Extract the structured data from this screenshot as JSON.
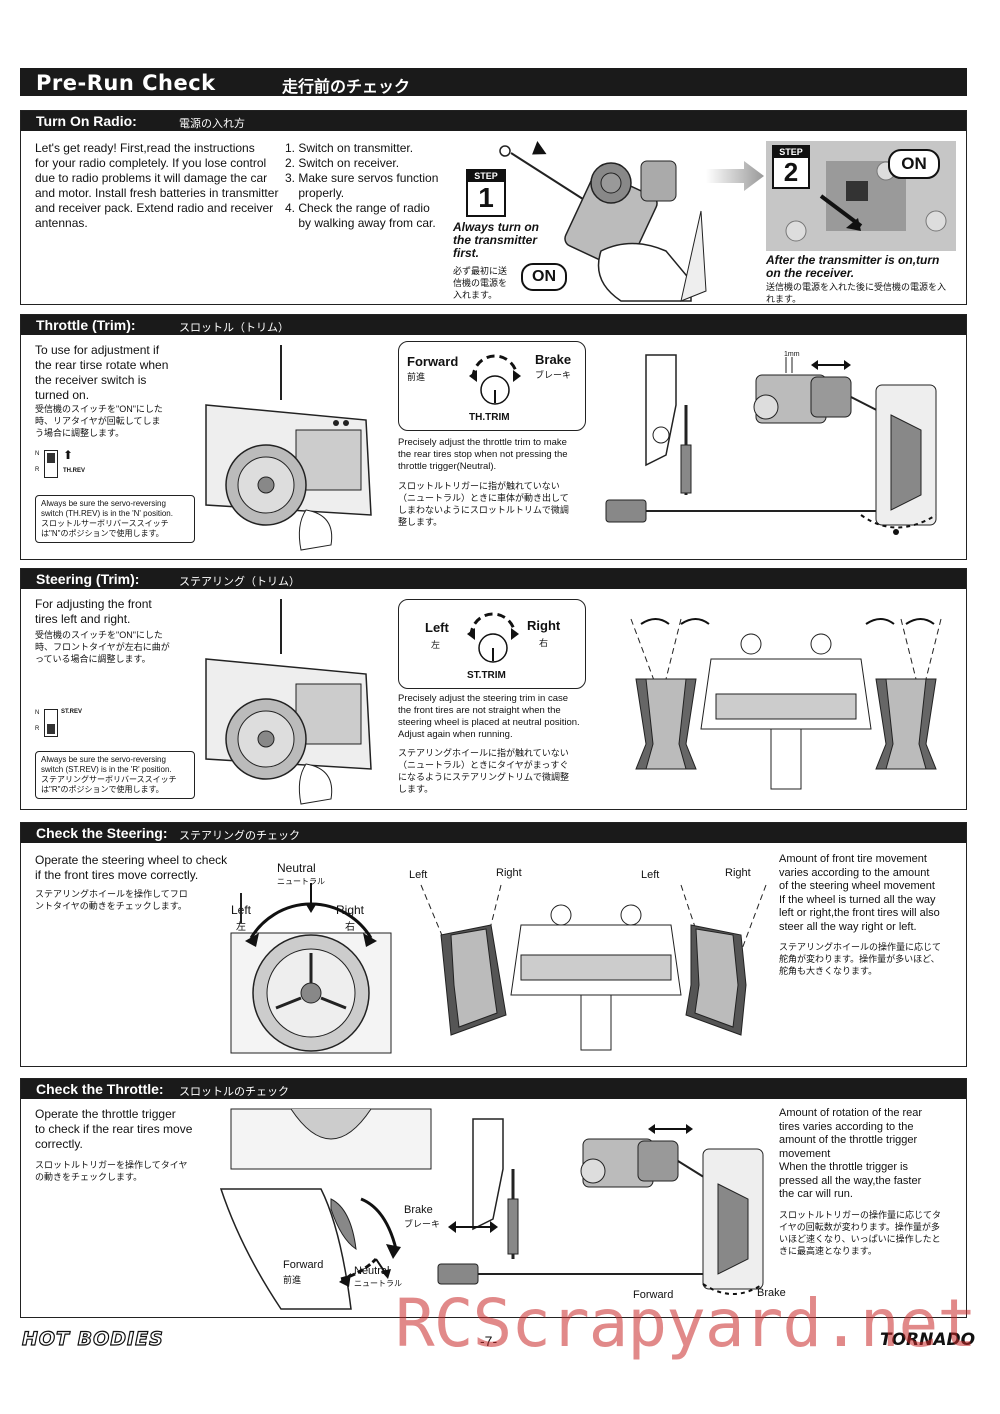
{
  "header": {
    "title_en": "Pre-Run Check",
    "title_jp": "走行前のチェック"
  },
  "radio": {
    "title_en": "Turn On Radio:",
    "title_jp": "電源の入れ方",
    "intro": [
      "Let's get ready! First,read the instructions",
      "for your radio completely. If you lose control",
      "due to radio problems it will damage the car",
      "and motor. Install fresh batteries in transmitter",
      "and receiver pack. Extend radio and receiver",
      "antennas."
    ],
    "steps": [
      "1. Switch on transmitter.",
      "2. Switch on receiver.",
      "3. Make sure servos function",
      "    properly.",
      "4. Check the range of radio",
      "    by walking away from car."
    ],
    "step1_label": "STEP",
    "step1_num": "1",
    "step1_note": [
      "Always turn on",
      "the transmitter",
      "first."
    ],
    "step1_jp": [
      "必ず最初に送",
      "信機の電源を",
      "入れます。"
    ],
    "on_label": "ON",
    "step2_label": "STEP",
    "step2_num": "2",
    "step2_note": [
      "After the transmitter is on,turn",
      "on the receiver."
    ],
    "step2_jp": [
      "送信機の電源を入れた後に受信機の電源を入",
      "れます。"
    ]
  },
  "throttle_trim": {
    "title_en": "Throttle (Trim):",
    "title_jp": "スロットル（トリム）",
    "intro": [
      "To use for adjustment if",
      "the rear tirse rotate when",
      "the receiver switch is",
      "turned on."
    ],
    "intro_jp": [
      "受信機のスイッチを\"ON\"にした",
      "時、リアタイヤが回転してしま",
      "う場合に調整します。"
    ],
    "switch_label": "TH.REV",
    "switch_letters": [
      "N",
      "R"
    ],
    "note": [
      "Always be sure the servo-reversing",
      "switch (TH.REV) is in the 'N' position."
    ],
    "note_jp": [
      "スロットルサーボリバーススイッチ",
      "は\"N\"のポジションで使用します。"
    ],
    "forward": "Forward",
    "forward_jp": "前進",
    "brake": "Brake",
    "brake_jp": "ブレーキ",
    "knob_label": "TH.TRIM",
    "desc": [
      "Precisely adjust the throttle trim to make",
      "the rear tires stop when not pressing the",
      "throttle trigger(Neutral)."
    ],
    "desc_jp": [
      "スロットルトリガーに指が触れていない",
      "（ニュートラル）ときに車体が動き出して",
      "しまわないようにスロットルトリムで微調",
      "整します。"
    ],
    "mm_label": "1mm"
  },
  "steering_trim": {
    "title_en": "Steering (Trim):",
    "title_jp": "ステアリング（トリム）",
    "intro": [
      "For adjusting the front",
      "tires left and right."
    ],
    "intro_jp": [
      "受信機のスイッチを\"ON\"にした",
      "時、フロントタイヤが左右に曲が",
      "っている場合に調整します。"
    ],
    "switch_label": "ST.REV",
    "switch_letters": [
      "N",
      "R"
    ],
    "note": [
      "Always be sure the servo-reversing",
      "switch (ST.REV) is in the 'R' position."
    ],
    "note_jp": [
      "ステアリングサーボリバーススイッチ",
      "は\"R\"のポジションで使用します。"
    ],
    "left": "Left",
    "left_jp": "左",
    "right": "Right",
    "right_jp": "右",
    "knob_label": "ST.TRIM",
    "desc": [
      "Precisely adjust the steering trim in case",
      "the front tires are not straight when the",
      "steering wheel is placed at neutral position.",
      "Adjust again when running."
    ],
    "desc_jp": [
      "ステアリングホイールに指が触れていない",
      "（ニュートラル）ときにタイヤがまっすぐ",
      "になるようにステアリングトリムで微調整",
      "します。"
    ]
  },
  "check_steering": {
    "title_en": "Check the Steering:",
    "title_jp": "ステアリングのチェック",
    "intro": [
      "Operate the steering wheel to check",
      "if the front tires move correctly."
    ],
    "intro_jp": [
      "ステアリングホイールを操作してフロ",
      "ントタイヤの動きをチェックします。"
    ],
    "neutral": "Neutral",
    "neutral_jp": "ニュートラル",
    "left": "Left",
    "left_jp": "左",
    "right": "Right",
    "right_jp": "右",
    "diagram_labels": [
      "Left",
      "Right",
      "Left",
      "Right"
    ],
    "desc": [
      "Amount of front tire movement",
      "varies according to the amount",
      "of the steering wheel movement",
      "If the wheel is turned all the way",
      "left or right,the front tires will also",
      "steer all the way right or left."
    ],
    "desc_jp": [
      "ステアリングホイールの操作量に応じて",
      "舵角が変わります。操作量が多いほど、",
      "舵角も大きくなります。"
    ]
  },
  "check_throttle": {
    "title_en": "Check the Throttle:",
    "title_jp": "スロットルのチェック",
    "intro": [
      "Operate the throttle trigger",
      "to check if the rear tires move",
      "correctly."
    ],
    "intro_jp": [
      "スロットルトリガーを操作してタイヤ",
      "の動きをチェックします。"
    ],
    "brake": "Brake",
    "brake_jp": "ブレーキ",
    "forward": "Forward",
    "forward_jp": "前進",
    "neutral": "Neutral",
    "neutral_jp": "ニュートラル",
    "diagram_forward": "Forward",
    "diagram_brake": "Brake",
    "desc": [
      "Amount of rotation of the rear",
      "tires varies according to the",
      "amount of the throttle trigger",
      "movement",
      "When the throttle trigger is",
      "pressed all the way,the faster",
      "the car will run."
    ],
    "desc_jp": [
      "スロットルトリガーの操作量に応じてタ",
      "イヤの回転数が変わります。操作量が多",
      "いほど速くなり、いっぱいに操作したと",
      "きに最高速となります。"
    ]
  },
  "footer": {
    "brand_left": "HOT BODIES",
    "page": "-7-",
    "brand_right": "TORNADO",
    "watermark": "RCScrapyard.net"
  }
}
